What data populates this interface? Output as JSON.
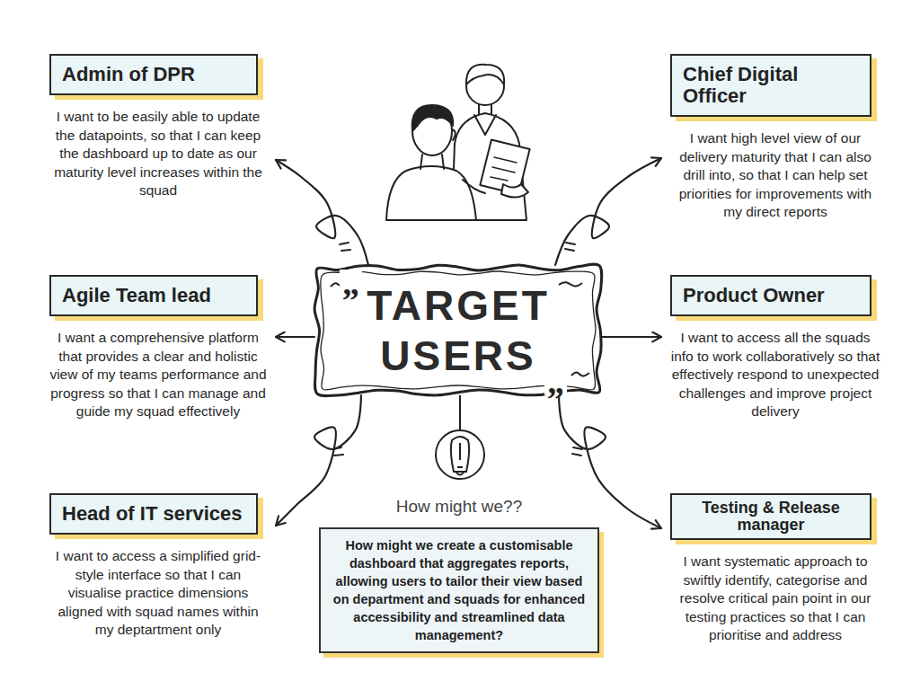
{
  "diagram": {
    "nodes": [
      {
        "text": [
          "Admin of DPR",
          "I want to be easily able to update the datapoints, so that I can keep the dashboard up to date as our maturity level increases within the squad"
        ]
      },
      {
        "text": [
          "Chief Digital Officer",
          "I want high level view of our delivery maturity that I can also drill into, so that I can help set priorities for improvements with my direct reports"
        ]
      },
      {
        "text": [
          "TARGET USERS"
        ]
      },
      {
        "text": [
          "Agile Team lead",
          "I want a comprehensive platform that provides a clear and holistic view of my teams performance and progress so that I can manage and guide my squad effectively"
        ]
      },
      {
        "text": [
          "Product Owner",
          "I want to access all the squads info to work collaboratively so that effectively respond to unexpected challenges and improve project delivery"
        ]
      },
      {
        "text": [
          "Head of IT services",
          "I want to access a simplified grid-style interface so that I can visualise practice dimensions aligned with squad names within my deptartment only"
        ]
      },
      {
        "text": [
          "How might we??",
          "How might we create a customisable dashboard that aggregates reports, allowing users to tailor their view based on department and squads for enhanced accessibility and streamlined data management?"
        ]
      },
      {
        "text": [
          "Testing & Release manager",
          "I want systematic approach to swiftly identify, categorise and resolve critical pain point in our testing practices so that I can prioritise and address"
        ]
      }
    ],
    "edges": [
      {
        "from": 2,
        "to": 0,
        "arrow": "to"
      },
      {
        "from": 2,
        "to": 1,
        "arrow": "to"
      },
      {
        "from": 2,
        "to": 3,
        "arrow": "to"
      },
      {
        "from": 2,
        "to": 4,
        "arrow": "to"
      },
      {
        "from": 2,
        "to": 5,
        "arrow": "to"
      },
      {
        "from": 2,
        "to": 7,
        "arrow": "to"
      }
    ],
    "labels": [
      "„",
      "„"
    ]
  }
}
